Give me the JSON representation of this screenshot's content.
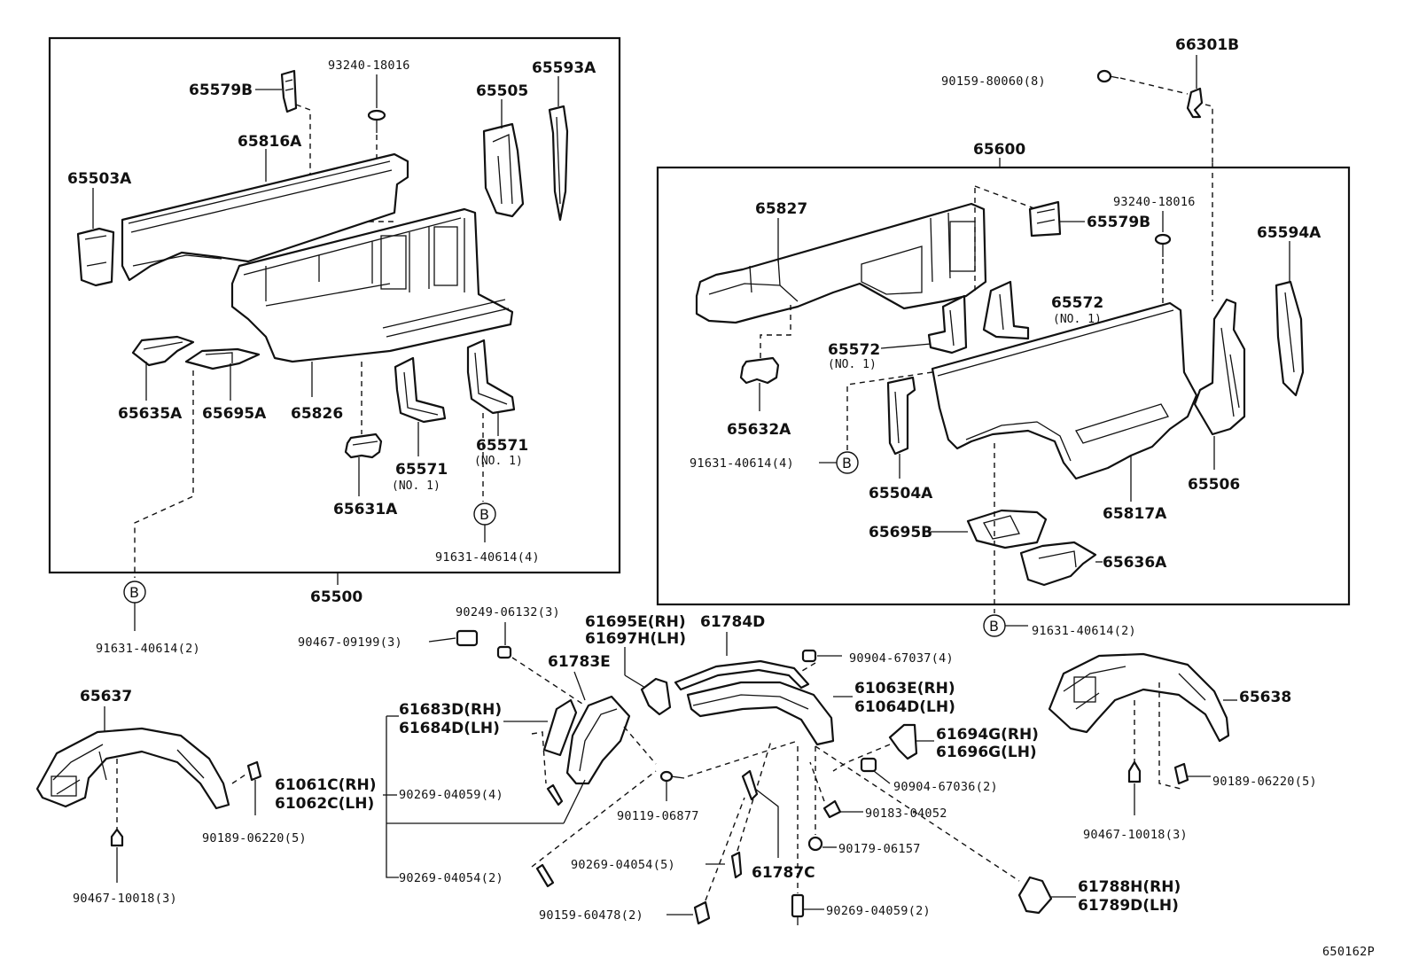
{
  "diagram_code": "650162P",
  "reference_marker": "B",
  "groups": {
    "left_assembly": "65500",
    "right_assembly": "65600"
  },
  "labels": {
    "p65579B_l": "65579B",
    "p93240_l": "93240-18016",
    "p65505": "65505",
    "p65593A": "65593A",
    "p65816A": "65816A",
    "p65503A": "65503A",
    "p65635A": "65635A",
    "p65695A": "65695A",
    "p65826": "65826",
    "p65631A": "65631A",
    "p65571_a": "65571",
    "p65571_a_no": "(NO. 1)",
    "p65571_b": "65571",
    "p65571_b_no": "(NO. 1)",
    "p91631_4_l": "91631-40614(4)",
    "p91631_2_l": "91631-40614(2)",
    "p66301B": "66301B",
    "p90159_80060": "90159-80060(8)",
    "p65827": "65827",
    "p93240_r": "93240-18016",
    "p65579B_r": "65579B",
    "p65594A": "65594A",
    "p65572_r": "65572",
    "p65572_r_no": "(NO. 1)",
    "p65572_l": "65572",
    "p65572_l_no": "(NO. 1)",
    "p65632A": "65632A",
    "p91631_4_r": "91631-40614(4)",
    "p65504A": "65504A",
    "p65817A": "65817A",
    "p65506": "65506",
    "p65695B": "65695B",
    "p65636A": "65636A",
    "p91631_2_r": "91631-40614(2)",
    "p90249": "90249-06132(3)",
    "p90467_09199": "90467-09199(3)",
    "p61695E": "61695E(RH)",
    "p61697H": "61697H(LH)",
    "p61784D": "61784D",
    "p61783E": "61783E",
    "p90904_67037": "90904-67037(4)",
    "p61063E": "61063E(RH)",
    "p61064D": "61064D(LH)",
    "p65637": "65637",
    "p65638": "65638",
    "p61683D": "61683D(RH)",
    "p61684D": "61684D(LH)",
    "p61061C": "61061C(RH)",
    "p61062C": "61062C(LH)",
    "p90269_04059_4": "90269-04059(4)",
    "p90269_04054_2": "90269-04054(2)",
    "p90119": "90119-06877",
    "p61694G": "61694G(RH)",
    "p61696G": "61696G(LH)",
    "p90904_67036": "90904-67036(2)",
    "p90183": "90183-04052",
    "p90179": "90179-06157",
    "p90269_04054_5": "90269-04054(5)",
    "p61787C": "61787C",
    "p90159_60478": "90159-60478(2)",
    "p90269_04059_2": "90269-04059(2)",
    "p61788H": "61788H(RH)",
    "p61789D": "61789D(LH)",
    "p90189_l": "90189-06220(5)",
    "p90467_10018_l": "90467-10018(3)",
    "p90189_r": "90189-06220(5)",
    "p90467_10018_r": "90467-10018(3)"
  }
}
